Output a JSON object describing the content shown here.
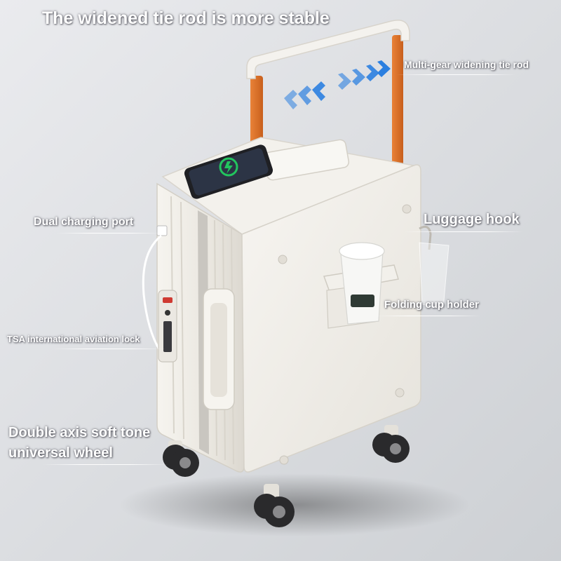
{
  "headline": "The widened tie rod is more stable",
  "callouts": {
    "tie_rod": "Multi-gear widening tie rod",
    "charging_port": "Dual charging port",
    "luggage_hook": "Luggage hook",
    "cup_holder": "Folding cup holder",
    "tsa_lock": "TSA  international aviation lock",
    "wheel_line1": "Double axis soft tone",
    "wheel_line2": "universal wheel"
  },
  "colors": {
    "background": "#dfe1e4",
    "suitcase_body": "#f1efe9",
    "handle_accent": "#e8772e",
    "arrow_blue": "#2b7fe0",
    "wheel_dark": "#2a2a2c",
    "charge_green": "#22c55e"
  },
  "icons": [
    "double-chevron-left-icon",
    "double-chevron-right-icon",
    "wireless-charging-icon",
    "usb-port-icon"
  ]
}
